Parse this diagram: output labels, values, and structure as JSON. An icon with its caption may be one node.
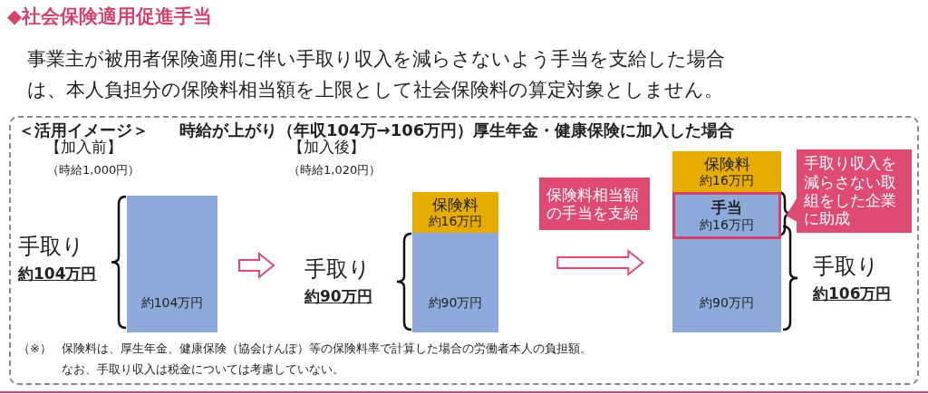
{
  "diagram": {
    "title": "◆社会保険適用促進手当",
    "nodes": [
      {
        "text": [
          "＜活用イメージ＞",
          "時給が上がり（年収104万→106万円）厚生年金・健康保険に加入した場合"
        ]
      },
      {
        "text": [
          "約104万円"
        ],
        "in": 0
      },
      {
        "text": [
          "保険料",
          "約16万円"
        ],
        "in": 0
      },
      {
        "text": [
          "約90万円"
        ],
        "in": 0
      },
      {
        "text": [
          "保険料相当額の手当を支給"
        ],
        "in": 0
      },
      {
        "text": [
          "保険料",
          "約16万円"
        ],
        "in": 0
      },
      {
        "text": [
          "手当",
          "約16万円"
        ],
        "in": 0
      },
      {
        "text": [
          "約90万円"
        ],
        "in": 0
      },
      {
        "text": [
          "手取り収入を減らさない取組をした企業に助成"
        ],
        "in": 0
      }
    ],
    "edges": [
      {
        "from": 1,
        "to": null,
        "arrow": "to"
      },
      {
        "from": 3,
        "to": 7,
        "arrow": "to"
      },
      {
        "from": 8,
        "to": 6,
        "arrow": "to"
      }
    ],
    "labels": [
      "事業主が被用者保険適用に伴い手取り収入を減らさないよう手当を支給した場合は、本人負担分の保険料相当額を上限として社会保険料の算定対象としません。",
      "【加入前】",
      "（時給1,000円）",
      "【加入後】",
      "（時給1,020円）",
      "手取り",
      "約104万円",
      "手取り",
      "約90万円",
      "手取り",
      "約106万円",
      "（※）",
      "保険料は、厚生年金、健康保険（協会けんぽ）等の保険料率で計算した場合の労働者本人の負担額。",
      "なお、手取り収入は税金については考慮していない。"
    ]
  }
}
